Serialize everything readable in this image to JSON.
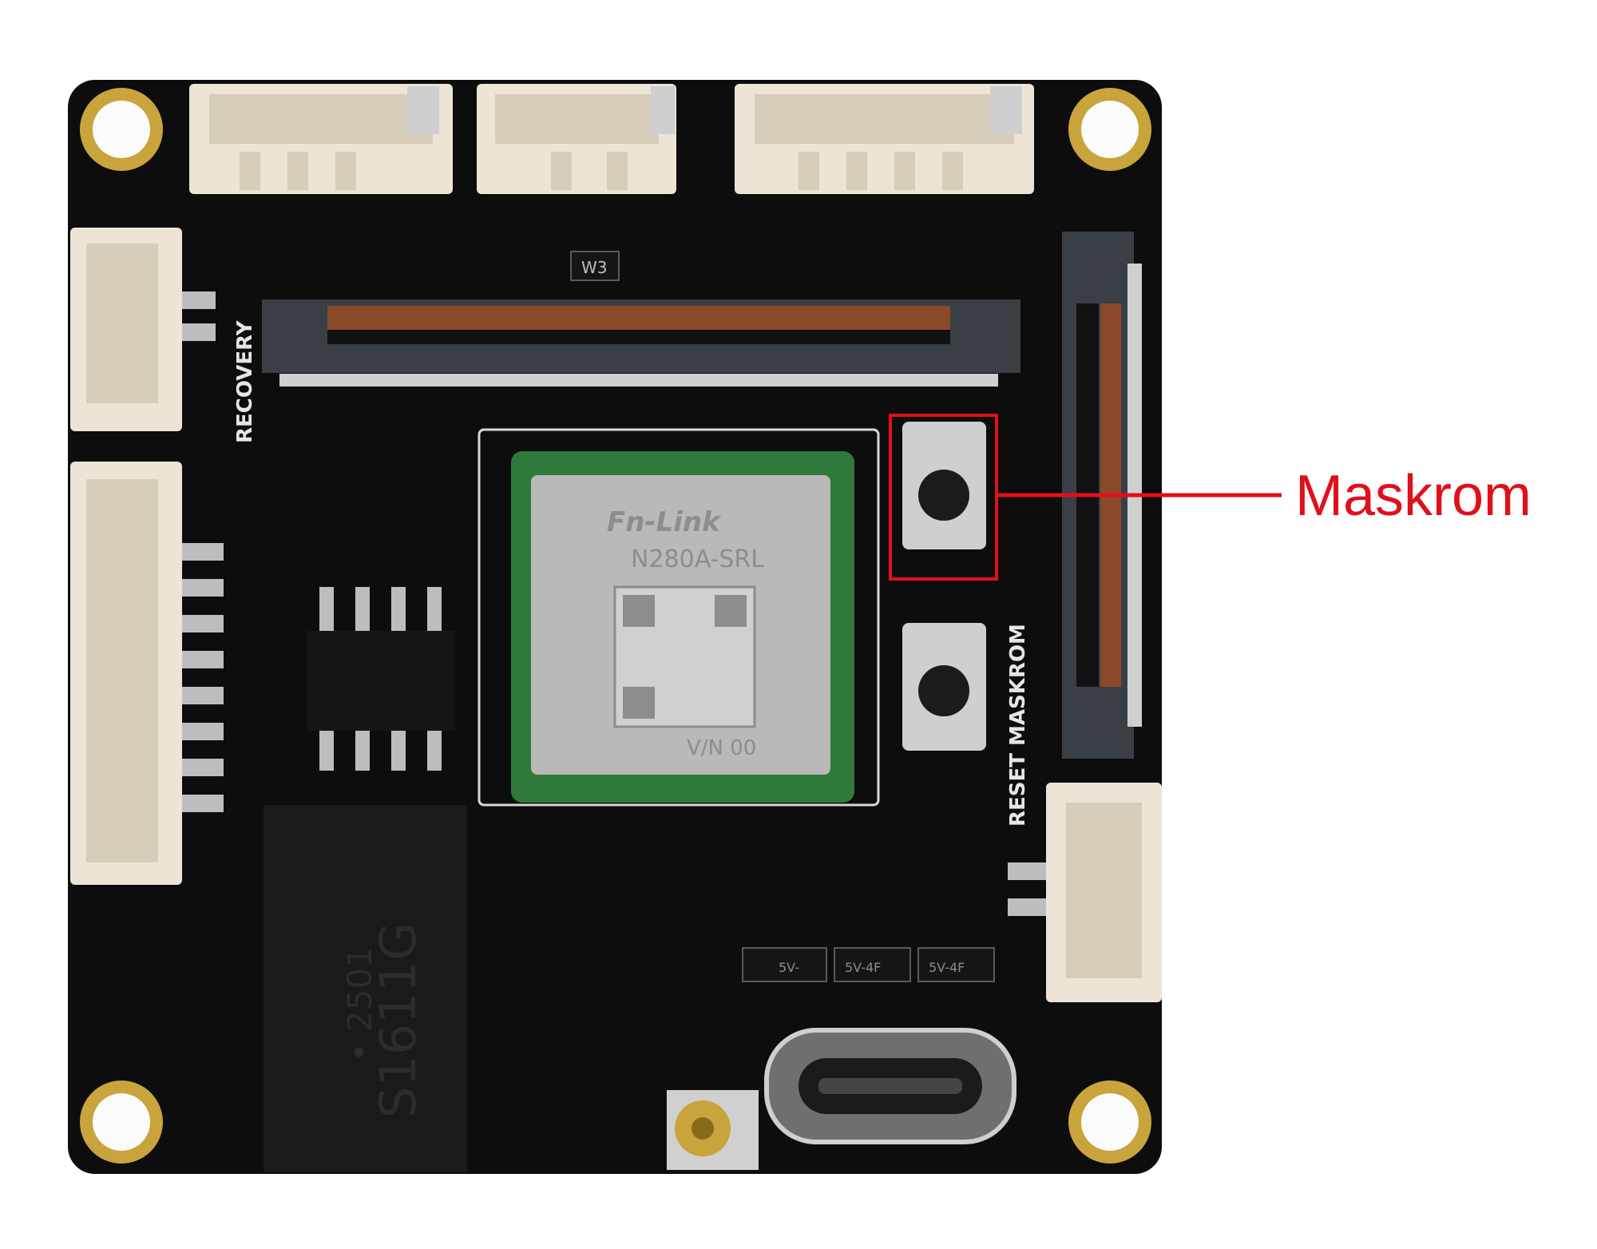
{
  "callout": {
    "label": "Maskrom",
    "color": "#e0101b"
  },
  "silkscreen": {
    "recovery": "RECOVERY",
    "reset_maskrom": "RESET MASKROM",
    "module_brand": "Fn-Link",
    "module_model": "N280A-SRL",
    "module_version": "V/N 00",
    "chip_top": "W3",
    "ethernet_chip": "S1611G",
    "ethernet_date": "• 2501",
    "ic_1": "5V-",
    "ic_2": "5V-4F",
    "ic_3": "5V-4F"
  },
  "colors": {
    "board": "#0d0d0d",
    "pad_gold": "#c9a43c",
    "connector": "#ece4d5",
    "module_pcb": "#2f7a3a",
    "shield": "#b9b9b9",
    "silk": "#e6e6e6"
  }
}
